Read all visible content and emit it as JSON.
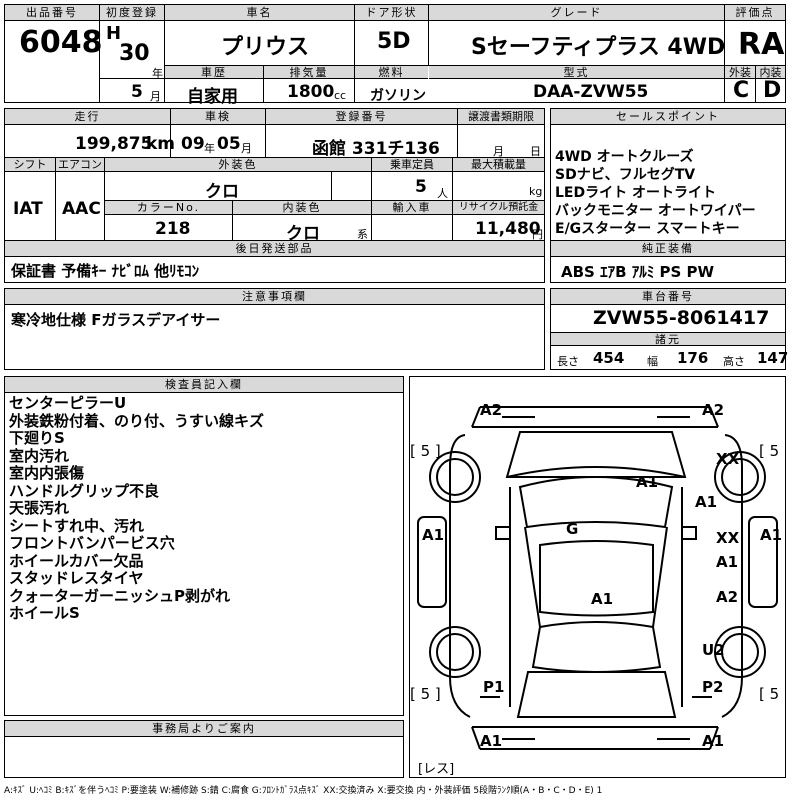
{
  "header_row": {
    "lot_number_label": "出品番号",
    "lot_number": "6048",
    "first_reg_label": "初度登録",
    "era": "H",
    "year": "30",
    "year_unit": "年",
    "month": "5",
    "month_unit": "月",
    "car_name_label": "車名",
    "car_name": "プリウス",
    "door_label": "ドア形状",
    "door": "5D",
    "grade_label": "グレード",
    "grade": "Sセーフティプラス 4WD",
    "score_label": "評価点",
    "score": "RA",
    "history_label": "車歴",
    "history": "自家用",
    "displacement_label": "排気量",
    "displacement": "1800",
    "displacement_unit": "cc",
    "fuel_label": "燃料",
    "fuel": "ガソリン",
    "model_label": "型式",
    "model": "DAA-ZVW55",
    "exterior_label": "外装",
    "exterior": "C",
    "interior_label": "内装",
    "interior": "D"
  },
  "row2": {
    "mileage_label": "走行",
    "mileage": "199,875",
    "mileage_unit": "km",
    "inspection_label": "車検",
    "inspection_year": "09",
    "inspection_year_unit": "年",
    "inspection_month": "05",
    "inspection_month_unit": "月",
    "plate_label": "登録番号",
    "plate": "函館 331チ136",
    "transfer_label": "譲渡書類期限",
    "transfer_month_unit": "月",
    "transfer_day_unit": "日",
    "shift_label": "シフト",
    "shift": "IAT",
    "ac_label": "エアコン",
    "ac": "AAC",
    "ext_color_label": "外装色",
    "ext_color": "クロ",
    "capacity_label": "乗車定員",
    "capacity": "5",
    "capacity_unit": "人",
    "load_label": "最大積載量",
    "load_unit": "kg",
    "color_no_label": "カラーNo.",
    "color_no": "218",
    "int_color_label": "内装色",
    "int_color": "クロ",
    "int_color_unit": "系",
    "import_label": "輸入車",
    "recycle_label": "リサイクル預託金",
    "recycle": "11,480",
    "recycle_unit": "円"
  },
  "later_parts": {
    "label": "後日発送部品",
    "value": "保証書 予備ｷｰ ﾅﾋﾞﾛﾑ 他ﾘﾓｺﾝ"
  },
  "sales_points": {
    "label": "セールスポイント",
    "lines": [
      "4WD オートクルーズ",
      "SDナビ、フルセグTV",
      "LEDライト オートライト",
      "バックモニター オートワイパー",
      "E/Gスターター スマートキー"
    ]
  },
  "equipment": {
    "label": "純正装備",
    "value": "ABS ｴｱB ｱﾙﾐ PS PW"
  },
  "notes": {
    "label": "注意事項欄",
    "value": "寒冷地仕様 Fガラスデアイサー"
  },
  "chassis": {
    "label": "車台番号",
    "value": "ZVW55-8061417"
  },
  "dimensions": {
    "label": "諸元",
    "length_label": "長さ",
    "length": "454",
    "width_label": "幅",
    "width": "176",
    "height_label": "高さ",
    "height": "147"
  },
  "inspector": {
    "label": "検査員記入欄",
    "lines": [
      "センターピラーU",
      "外装鉄粉付着、のり付、うすい線キズ",
      "下廻りS",
      "室内汚れ",
      "室内内張傷",
      "ハンドルグリップ不良",
      "天張汚れ",
      "シートすれ中、汚れ",
      "フロントバンパービス穴",
      "ホイールカバー欠品",
      "スタッドレスタイヤ",
      "クォーターガーニッシュP剥がれ",
      "ホイールS"
    ]
  },
  "office": {
    "label": "事務局よりご案内"
  },
  "diagram": {
    "labels": {
      "front_left": "A2",
      "front_right": "A2",
      "tire_fl": "[ 5 ]",
      "tire_fr": "[ 5 ]",
      "fr_door_top": "XX",
      "hood": "A1",
      "fr_fender": "A1",
      "left_side": "A1",
      "right_side": "A1",
      "roof": "G",
      "rr_door_xx": "XX",
      "rr_door_a1": "A1",
      "trunk": "A1",
      "rr_quarter": "A2",
      "rr_u2": "U2",
      "rear_left_p1": "P1",
      "rear_right_p2": "P2",
      "tire_rl": "[ 5 ]",
      "tire_rr": "[ 5 ]",
      "rear_bottom_left": "A1",
      "rear_bottom_right": "A1",
      "spare": "[レス]"
    }
  },
  "legend": "A:ｷｽﾞ U:ﾍｺﾐ B:ｷｽﾞを伴うﾍｺﾐ P:要塗装 W:補修跡 S:錆 C:腐食 G:ﾌﾛﾝﾄｶﾞﾗｽ点ｷｽﾞ XX:交換済み X:要交換 内・外装評価 5段階ﾗﾝｸ順(A・B・C・D・E) 1"
}
